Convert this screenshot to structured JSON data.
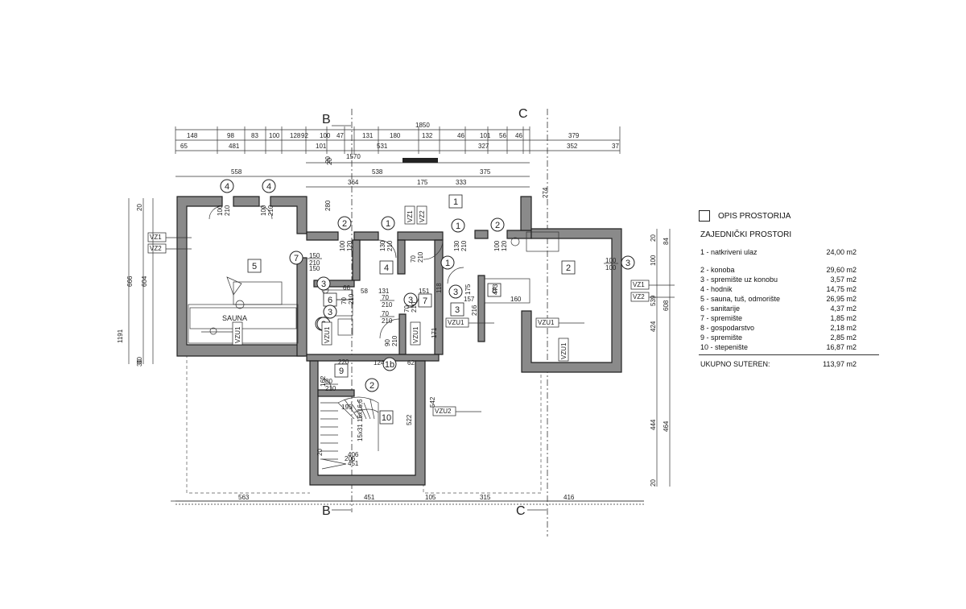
{
  "dimensions": {
    "row1": [
      "1850"
    ],
    "row2": [
      "148",
      "98",
      "83",
      "100",
      "128",
      "92",
      "100",
      "47",
      "131",
      "180",
      "132",
      "46",
      "101",
      "56",
      "46",
      "379"
    ],
    "row3": [
      "65",
      "481",
      "101",
      "531",
      "327",
      "352",
      "37"
    ],
    "row4": [
      "20",
      "1570"
    ],
    "row5": [
      "558",
      "538",
      "375"
    ],
    "row6": [
      "364",
      "175",
      "333"
    ],
    "bottom": [
      "563",
      "451",
      "105",
      "315",
      "416"
    ],
    "left_vertical": [
      "1191",
      "666",
      "604",
      "30",
      "20"
    ],
    "right_vertical": [
      "608",
      "539",
      "424",
      "100",
      "84",
      "20",
      "444",
      "464",
      "20"
    ],
    "inner": [
      "280",
      "274",
      "20",
      "175",
      "473",
      "216",
      "171",
      "118",
      "160",
      "157",
      "151",
      "131",
      "58",
      "66",
      "150",
      "30",
      "62",
      "124",
      "220",
      "206",
      "195",
      "542",
      "522",
      "406",
      "451",
      "20",
      "162"
    ]
  },
  "axes": {
    "b_top": "B",
    "c_top": "C",
    "b_bottom": "B",
    "c_bottom": "C"
  },
  "door_labels": [
    {
      "top": "100",
      "bottom": "210"
    },
    {
      "top": "100",
      "bottom": "210"
    },
    {
      "top": "100",
      "bottom": "120"
    },
    {
      "top": "130",
      "bottom": "210"
    },
    {
      "top": "130",
      "bottom": "210"
    },
    {
      "top": "100",
      "bottom": "120"
    },
    {
      "top": "100",
      "bottom": "100"
    },
    {
      "top": "150",
      "bottom": "210"
    },
    {
      "top": "70",
      "bottom": "210"
    },
    {
      "top": "70",
      "bottom": "210"
    },
    {
      "top": "70",
      "bottom": "210"
    },
    {
      "top": "70",
      "bottom": "210"
    },
    {
      "top": "70",
      "bottom": "210"
    },
    {
      "top": "90",
      "bottom": "210"
    },
    {
      "top": "80",
      "bottom": "210"
    }
  ],
  "markers": [
    "4",
    "4",
    "2",
    "1",
    "1",
    "2",
    "3",
    "7",
    "1",
    "3",
    "3",
    "3",
    "3",
    "5",
    "3",
    "1b",
    "2"
  ],
  "room_numbers": [
    "1",
    "2",
    "3",
    "4",
    "5",
    "6",
    "7",
    "8",
    "9",
    "10"
  ],
  "tags": [
    "VZ1",
    "VZ2",
    "VZ1",
    "VZ2",
    "VZ1",
    "VZ2",
    "VZU1",
    "VZU1",
    "VZU1",
    "VZU1",
    "VZU1",
    "VZU1",
    "VZU2"
  ],
  "sauna_label": "SAUNA",
  "stair_label": "15x31\n16x16,6",
  "legend": {
    "title": "OPIS PROSTORIJA",
    "subtitle": "ZAJEDNIČKI PROSTORI",
    "first": {
      "name": "1 - natkriveni ulaz",
      "area": "24,00 m2"
    },
    "rooms": [
      {
        "name": "2 - konoba",
        "area": "29,60 m2"
      },
      {
        "name": "3 - spremište uz konobu",
        "area": "3,57 m2"
      },
      {
        "name": "4 - hodnik",
        "area": "14,75 m2"
      },
      {
        "name": "5 - sauna, tuš, odmorište",
        "area": "26,95 m2"
      },
      {
        "name": "6 - sanitarije",
        "area": "4,37 m2"
      },
      {
        "name": "7 - spremište",
        "area": "1,85 m2"
      },
      {
        "name": "8 - gospodarstvo",
        "area": "2,18 m2"
      },
      {
        "name": "9 - spremište",
        "area": "2,85 m2"
      },
      {
        "name": "10 - stepenište",
        "area": "16,87 m2"
      }
    ],
    "total_label": "UKUPNO SUTEREN:",
    "total_area": "113,97 m2"
  }
}
